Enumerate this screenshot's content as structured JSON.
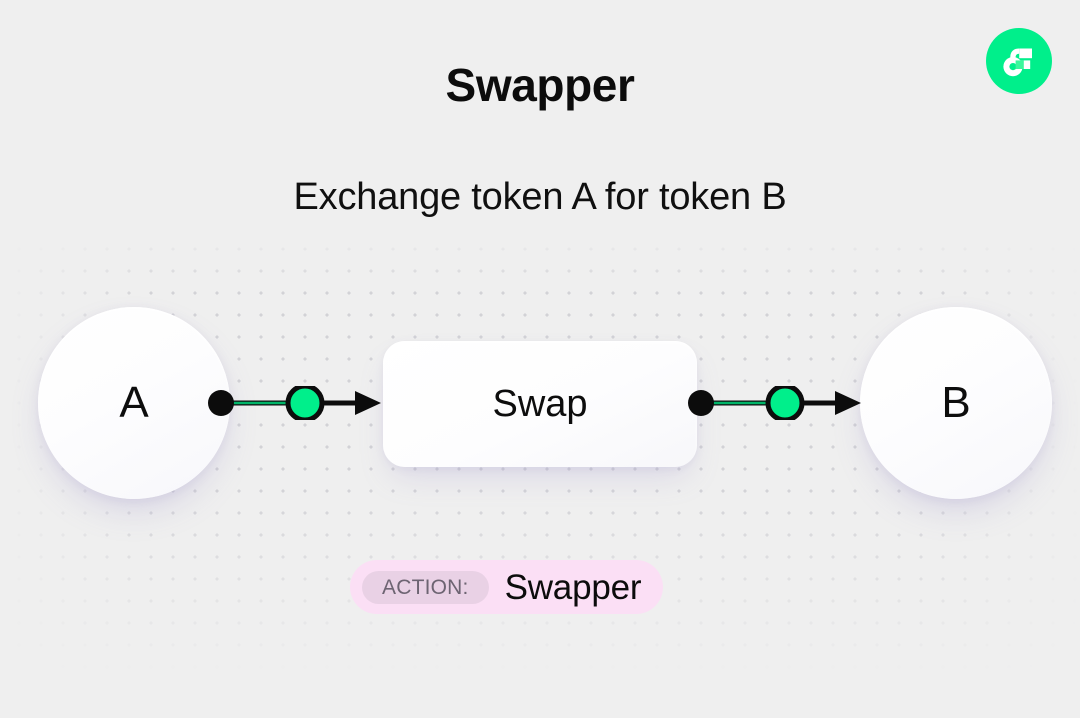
{
  "header": {
    "title": "Swapper",
    "subtitle": "Exchange token A for token B",
    "logo_icon": "flow-logo-icon"
  },
  "diagram": {
    "source_node": {
      "label": "A",
      "name": "token-a-node"
    },
    "process_node": {
      "label": "Swap",
      "name": "swap-process-node"
    },
    "target_node": {
      "label": "B",
      "name": "token-b-node"
    },
    "connectors": [
      {
        "name": "connector-a-to-swap",
        "from": "A",
        "to": "Swap",
        "icon": "arrow-right-icon"
      },
      {
        "name": "connector-swap-to-b",
        "from": "Swap",
        "to": "B",
        "icon": "arrow-right-icon"
      }
    ]
  },
  "action_badge": {
    "key": "ACTION:",
    "value": "Swapper"
  },
  "colors": {
    "background": "#efefef",
    "accent_green": "#00ef8b",
    "logo_green": "#00ef8b",
    "logo_mint": "#3cf79c",
    "node_fill": "#ffffff",
    "stroke_black": "#0c0c0c",
    "badge_background": "#fbdff5",
    "badge_key_background": "#e9d1e5",
    "badge_key_text": "#6d6472",
    "dot_grid": "#d2d2d6"
  }
}
